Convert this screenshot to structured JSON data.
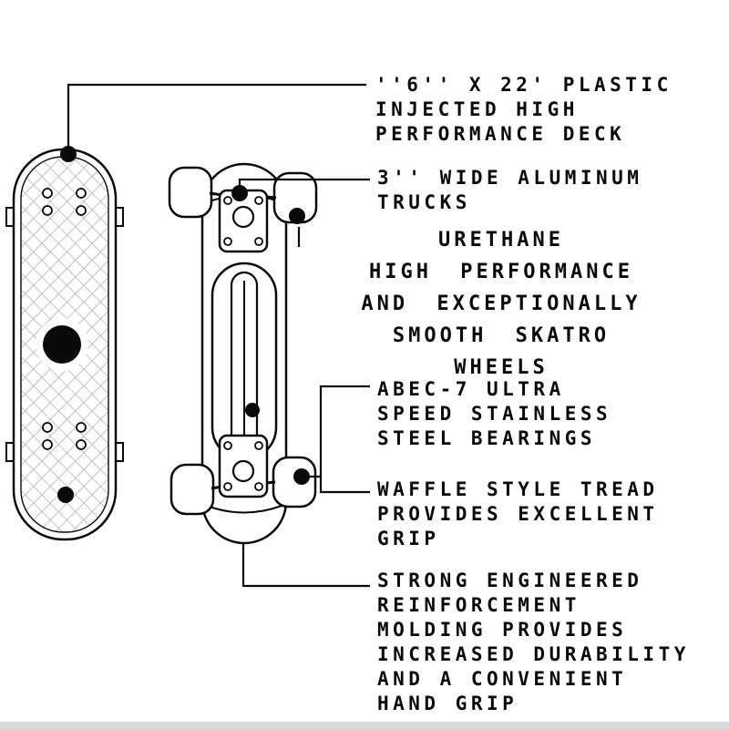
{
  "colors": {
    "ink": "#0a0a0a",
    "pattern_gray": "#b0b0b0",
    "footer_gray": "#d9d9d9",
    "background": "#ffffff"
  },
  "callouts": {
    "deck": {
      "text": "''6'' X 22' PLASTIC\nINJECTED HIGH\nPERFORMANCE DECK"
    },
    "trucks": {
      "text": "3'' WIDE ALUMINUM\nTRUCKS"
    },
    "wheels": {
      "text": "URETHANE\nHIGH PERFORMANCE\nAND EXCEPTIONALLY\nSMOOTH SKATRO\nWHEELS"
    },
    "bearings": {
      "text": "ABEC-7 ULTRA\nSPEED STAINLESS\nSTEEL BEARINGS"
    },
    "tread": {
      "text": "WAFFLE STYLE TREAD\nPROVIDES EXCELLENT\nGRIP"
    },
    "reinforcement": {
      "text": "STRONG ENGINEERED\nREINFORCEMENT\nMOLDING PROVIDES\nINCREASED DURABILITY\nAND A CONVENIENT\nHAND GRIP"
    }
  },
  "drawings": {
    "top_view": "deck-top-view-waffle-pattern",
    "bottom_view": "deck-bottom-view-trucks-wheels"
  }
}
